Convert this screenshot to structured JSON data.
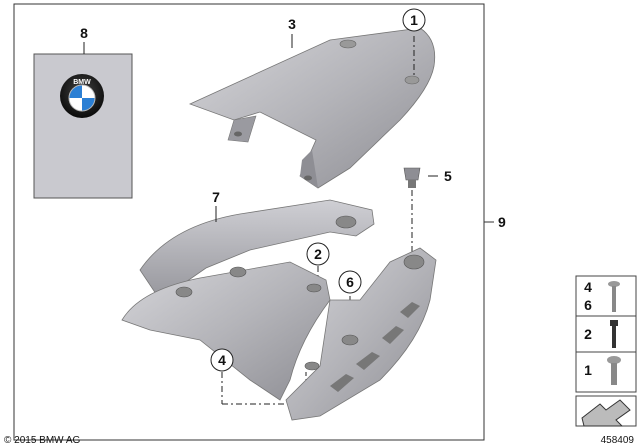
{
  "diagram": {
    "callouts": {
      "c1": "1",
      "c2": "2",
      "c3": "3",
      "c4": "4",
      "c5": "5",
      "c6": "6",
      "c7": "7",
      "c8": "8",
      "c9": "9"
    },
    "logo_text": "BMW",
    "legend": {
      "row1": [
        "4",
        "6"
      ],
      "row2": "2",
      "row3": "1"
    }
  },
  "footer": {
    "copyright": "© 2015 BMW AG",
    "document_number": "458409"
  },
  "colors": {
    "part_fill": "#b9b9bd",
    "part_shade": "#8e8e94",
    "sticker_fill": "#c9c9cf",
    "line": "#222222"
  }
}
